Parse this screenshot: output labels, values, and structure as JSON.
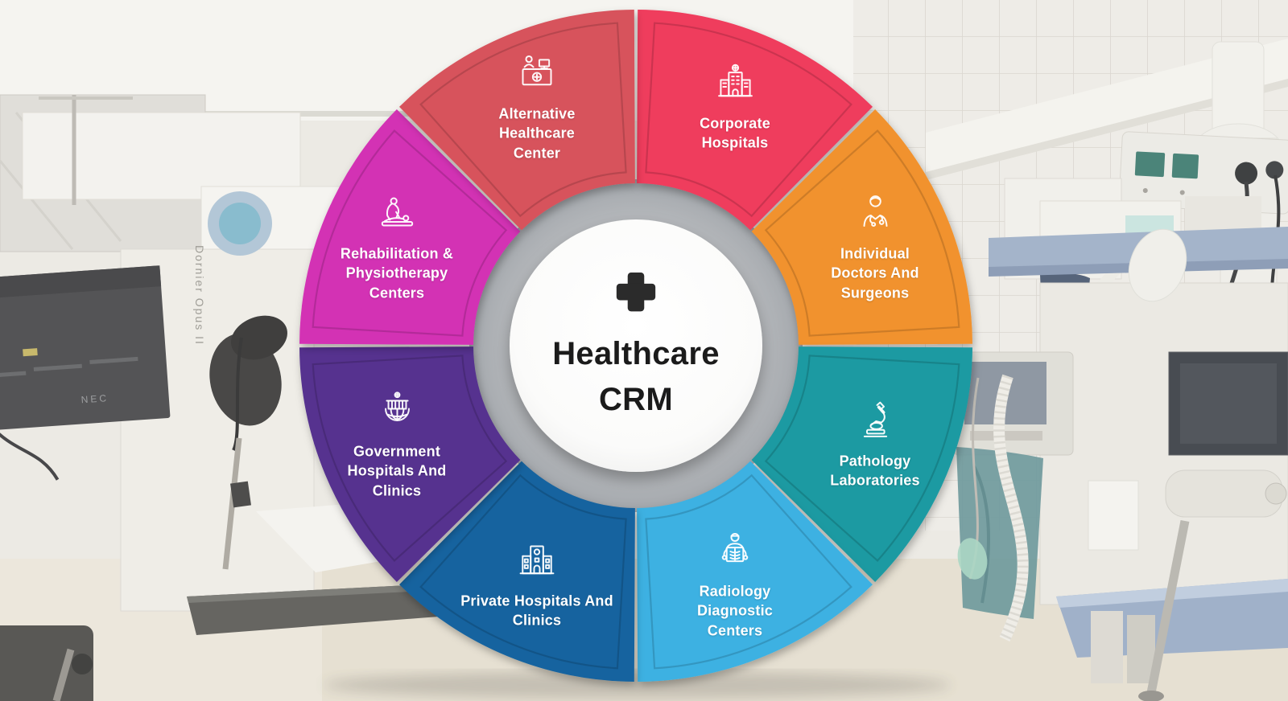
{
  "center": {
    "icon": "medical-plus-icon",
    "title": "Healthcare CRM"
  },
  "wheel_segments": [
    {
      "id": "corporate-hospitals",
      "label": "Corporate Hospitals",
      "color": "#ef3c5d",
      "icon": "hospital-building-icon"
    },
    {
      "id": "individual-doctors-and-surgeons",
      "label": "Individual Doctors And Surgeons",
      "color": "#f1922e",
      "icon": "doctor-icon"
    },
    {
      "id": "pathology-laboratories",
      "label": "Pathology Laboratories",
      "color": "#1b9aa2",
      "icon": "microscope-icon"
    },
    {
      "id": "radiology-diagnostic-centers",
      "label": "Radiology Diagnostic Centers",
      "color": "#3eb1e2",
      "icon": "radiology-patient-icon"
    },
    {
      "id": "private-hospitals-and-clinics",
      "label": "Private Hospitals And Clinics",
      "color": "#17649f",
      "icon": "clinic-building-icon"
    },
    {
      "id": "government-hospitals-and-clinics",
      "label": "Government Hospitals And Clinics",
      "color": "#57338f",
      "icon": "government-building-globe-icon"
    },
    {
      "id": "rehabilitation-physiotherapy-centers",
      "label": "Rehabilitation & Physiotherapy Centers",
      "color": "#d332b4",
      "icon": "physiotherapy-icon"
    },
    {
      "id": "alternative-healthcare-center",
      "label": "Alternative Healthcare Center",
      "color": "#d7525c",
      "icon": "reception-desk-icon"
    }
  ],
  "background": {
    "machine_side_label": "Dornier Opus II",
    "monitor_brand_label": "NEC"
  },
  "palette": {
    "ring": "#b2b5b9",
    "center_circle": "#fbfbfa",
    "center_text": "#1b1b1b",
    "plus_icon": "#2b2b2b",
    "label_text": "#ffffff"
  }
}
